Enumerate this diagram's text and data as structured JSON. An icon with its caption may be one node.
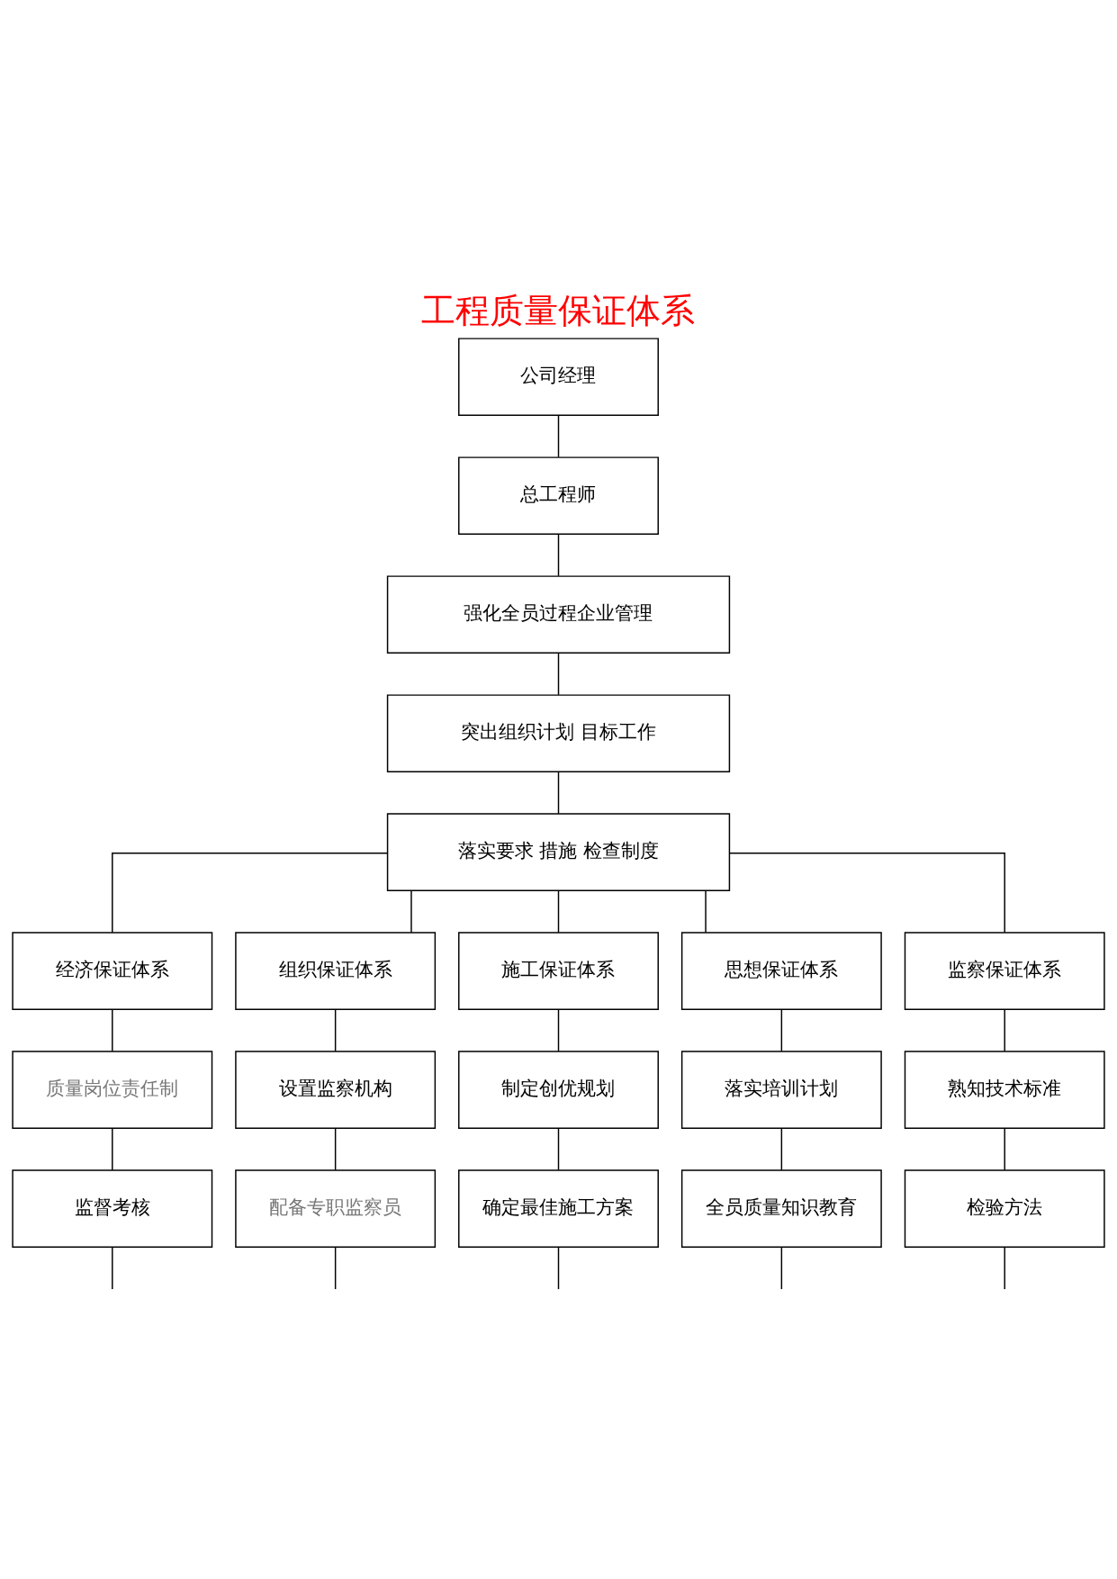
{
  "diagram": {
    "title": "工程质量保证体系",
    "nodes": [
      {
        "text": [
          "公司经理"
        ]
      },
      {
        "text": [
          "总工程师"
        ]
      },
      {
        "text": [
          "强化全员过程企业管理"
        ]
      },
      {
        "text": [
          "突出组织计划 目标工作"
        ]
      },
      {
        "text": [
          "落实要求 措施 检查制度"
        ]
      },
      {
        "text": [
          "经济保证体系"
        ]
      },
      {
        "text": [
          "组织保证体系"
        ]
      },
      {
        "text": [
          "施工保证体系"
        ]
      },
      {
        "text": [
          "思想保证体系"
        ]
      },
      {
        "text": [
          "监察保证体系"
        ]
      },
      {
        "text": [
          "质量岗位责任制"
        ]
      },
      {
        "text": [
          "设置监察机构"
        ]
      },
      {
        "text": [
          "制定创优规划"
        ]
      },
      {
        "text": [
          "落实培训计划"
        ]
      },
      {
        "text": [
          "熟知技术标准"
        ]
      },
      {
        "text": [
          "监督考核"
        ]
      },
      {
        "text": [
          "配备专职监察员"
        ]
      },
      {
        "text": [
          "确定最佳施工方案"
        ]
      },
      {
        "text": [
          "全员质量知识教育"
        ]
      },
      {
        "text": [
          "检验方法"
        ]
      }
    ],
    "edges": [
      {
        "from": 0,
        "to": 1,
        "arrow": "none"
      },
      {
        "from": 1,
        "to": 2,
        "arrow": "none"
      },
      {
        "from": 2,
        "to": 3,
        "arrow": "none"
      },
      {
        "from": 3,
        "to": 4,
        "arrow": "none"
      },
      {
        "from": 4,
        "to": 5,
        "arrow": "none"
      },
      {
        "from": 4,
        "to": 6,
        "arrow": "none"
      },
      {
        "from": 4,
        "to": 7,
        "arrow": "none"
      },
      {
        "from": 4,
        "to": 8,
        "arrow": "none"
      },
      {
        "from": 4,
        "to": 9,
        "arrow": "none"
      },
      {
        "from": 5,
        "to": 10,
        "arrow": "none"
      },
      {
        "from": 6,
        "to": 11,
        "arrow": "none"
      },
      {
        "from": 7,
        "to": 12,
        "arrow": "none"
      },
      {
        "from": 8,
        "to": 13,
        "arrow": "none"
      },
      {
        "from": 9,
        "to": 14,
        "arrow": "none"
      },
      {
        "from": 10,
        "to": 15,
        "arrow": "none"
      },
      {
        "from": 11,
        "to": 16,
        "arrow": "none"
      },
      {
        "from": 12,
        "to": 17,
        "arrow": "none"
      },
      {
        "from": 13,
        "to": 18,
        "arrow": "none"
      },
      {
        "from": 14,
        "to": 19,
        "arrow": "none"
      },
      {
        "from": 15,
        "to": null,
        "arrow": "none"
      },
      {
        "from": 16,
        "to": null,
        "arrow": "none"
      },
      {
        "from": 17,
        "to": null,
        "arrow": "none"
      },
      {
        "from": 18,
        "to": null,
        "arrow": "none"
      },
      {
        "from": 19,
        "to": null,
        "arrow": "none"
      }
    ]
  }
}
